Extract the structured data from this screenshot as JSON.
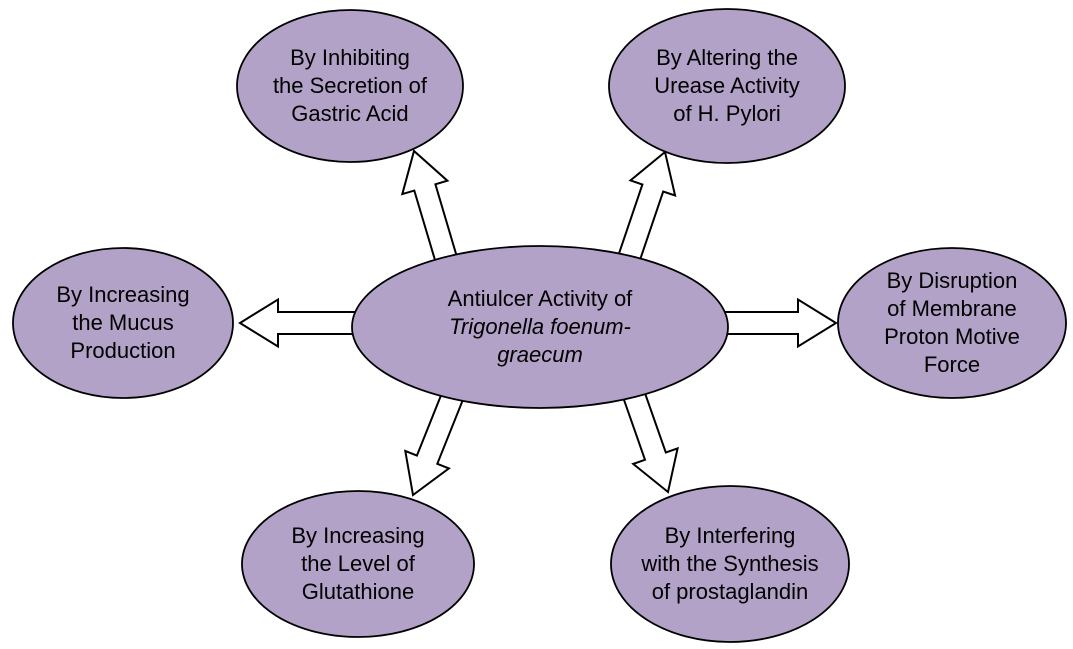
{
  "diagram": {
    "center_node": {
      "line_regular": "Antiulcer Activity of",
      "line_italic": "Trigonella foenum-\ngraecum"
    },
    "nodes": [
      {
        "id": "top-left",
        "label": "By Inhibiting\nthe Secretion of\nGastric Acid"
      },
      {
        "id": "top-right",
        "label": "By Altering the\nUrease Activity\nof H. Pylori"
      },
      {
        "id": "left",
        "label": "By Increasing\nthe Mucus\nProduction"
      },
      {
        "id": "right",
        "label": "By Disruption\nof Membrane\nProton Motive\nForce"
      },
      {
        "id": "bottom-left",
        "label": "By Increasing\nthe Level of\nGlutathione"
      },
      {
        "id": "bottom-right",
        "label": "By Interfering\nwith the Synthesis\nof prostaglandin"
      }
    ],
    "colors": {
      "node_fill": "#B2A2C7",
      "node_border": "#000000",
      "arrow_fill": "#FFFFFF",
      "arrow_border": "#000000",
      "text": "#000000",
      "background": "#FFFFFF"
    }
  }
}
